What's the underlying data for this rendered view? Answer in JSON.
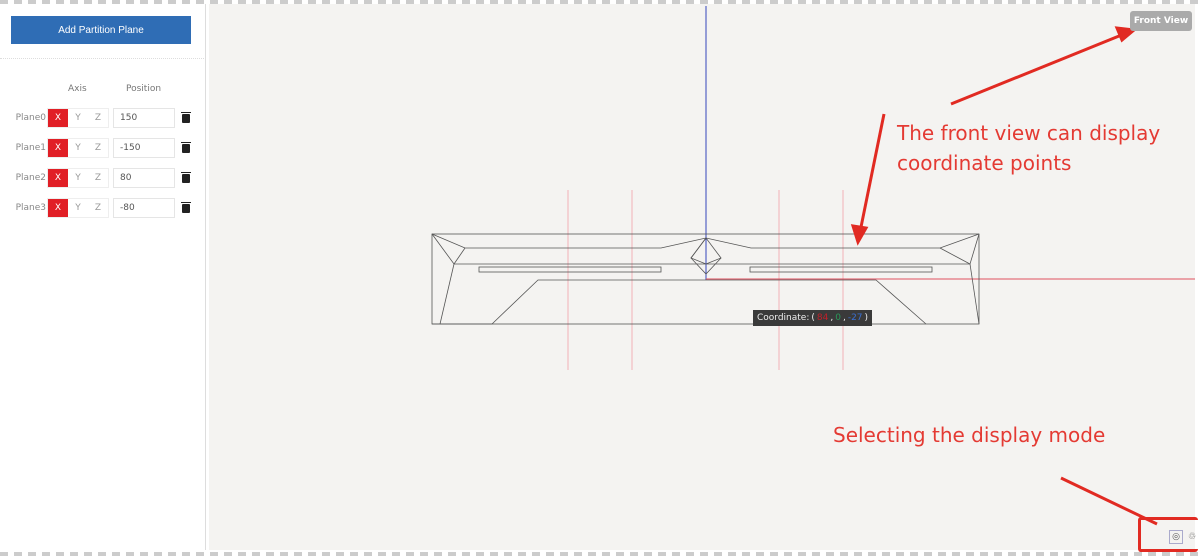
{
  "panel": {
    "add_button": "Add Partition Plane",
    "axis_header": "Axis",
    "position_header": "Position",
    "planes": [
      {
        "name": "Plane0",
        "axis": "X",
        "position": "150"
      },
      {
        "name": "Plane1",
        "axis": "X",
        "position": "-150"
      },
      {
        "name": "Plane2",
        "axis": "X",
        "position": "80"
      },
      {
        "name": "Plane3",
        "axis": "X",
        "position": "-80"
      }
    ],
    "axes": [
      "X",
      "Y",
      "Z"
    ]
  },
  "viewport": {
    "view_label": "Front View",
    "coordinate": {
      "label": "Coordinate:",
      "open": "(",
      "x": "84",
      "y": "0",
      "z": "-27",
      "sep": ",",
      "close": ")"
    },
    "display_modes": [
      "solid-mode-icon",
      "wireframe-mode-icon"
    ]
  },
  "annotations": {
    "front_view_note_line1": "The front view can display",
    "front_view_note_line2": "coordinate points",
    "display_mode_note": "Selecting the display mode"
  },
  "colors": {
    "accent": "#2f6db5",
    "axis_active": "#e11f26",
    "annotation": "#e43a33",
    "x": "#c0202a",
    "y": "#2a9a5a",
    "z": "#3a6fd0"
  }
}
